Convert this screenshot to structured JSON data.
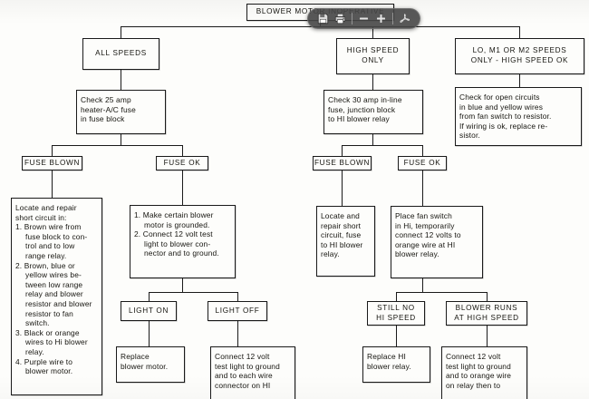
{
  "document": {
    "title": "BLOWER MOTOR INOPERATIVE",
    "type": "troubleshooting-flowchart",
    "ink_color": "#15140f",
    "page_color": "#fdfdfb"
  },
  "toolbar": {
    "name": "pdf-floating-toolbar",
    "background": "#464646",
    "buttons": [
      {
        "id": "save",
        "icon": "save-icon",
        "label": "Save"
      },
      {
        "id": "print",
        "icon": "print-icon",
        "label": "Print"
      },
      {
        "id": "zoom-out",
        "icon": "minus-icon",
        "label": "Zoom Out"
      },
      {
        "id": "zoom-in",
        "icon": "plus-icon",
        "label": "Zoom In"
      },
      {
        "id": "acrobat",
        "icon": "acrobat-icon",
        "label": "Adobe Acrobat"
      }
    ]
  },
  "nodes": {
    "root": {
      "lines": [
        "BLOWER MOTOR INOPERATIVE"
      ]
    },
    "branch_all_speeds": {
      "lines": [
        "ALL SPEEDS"
      ]
    },
    "branch_high_speed_only": {
      "lines": [
        "HIGH SPEED",
        "ONLY"
      ]
    },
    "branch_lo_m1_m2": {
      "lines": [
        "LO, M1 OR M2 SPEEDS",
        "ONLY - HIGH SPEED OK"
      ]
    },
    "check_25_amp": {
      "lines": [
        "Check 25 amp",
        "heater-A/C fuse",
        "in fuse block"
      ]
    },
    "check_30_amp": {
      "lines": [
        "Check 30 amp in-line",
        "fuse, junction block",
        "to HI blower relay"
      ]
    },
    "check_open_circuits": {
      "lines": [
        "Check for open circuits",
        "in blue and yellow wires",
        "from fan switch to resistor.",
        "If wiring is ok, replace re-",
        "sistor."
      ]
    },
    "fuse_blown_left": {
      "lines": [
        "FUSE BLOWN"
      ]
    },
    "fuse_ok_left": {
      "lines": [
        "FUSE OK"
      ]
    },
    "fuse_blown_right": {
      "lines": [
        "FUSE BLOWN"
      ]
    },
    "fuse_ok_right": {
      "lines": [
        "FUSE OK"
      ]
    },
    "locate_repair_short_left": {
      "intro": [
        "Locate and repair",
        "short circuit in:"
      ],
      "items": [
        [
          "1. Brown wire from",
          "fuse block to con-",
          "trol and to low",
          "range relay."
        ],
        [
          "2. Brown, blue or",
          "yellow wires be-",
          "tween low range",
          "relay and blower",
          "resistor and blower",
          "resistor to fan",
          "switch."
        ],
        [
          "3. Black or orange",
          "wires to Hi blower",
          "relay."
        ],
        [
          "4. Purple wire to",
          "blower motor."
        ]
      ]
    },
    "make_certain_grounded": {
      "items": [
        [
          "1. Make certain blower",
          "motor is grounded."
        ],
        [
          "2. Connect 12 volt test",
          "light to blower con-",
          "nector and to ground."
        ]
      ]
    },
    "locate_repair_short_right": {
      "lines": [
        "Locate and",
        "repair short",
        "circuit, fuse",
        "to HI blower",
        "relay."
      ]
    },
    "place_fan_switch": {
      "lines": [
        "Place fan switch",
        "in Hi, temporarily",
        "connect 12 volts to",
        "orange wire at HI",
        "blower relay."
      ]
    },
    "light_on": {
      "lines": [
        "LIGHT ON"
      ]
    },
    "light_off": {
      "lines": [
        "LIGHT OFF"
      ]
    },
    "still_no_hi_speed": {
      "lines": [
        "STILL NO",
        "HI SPEED"
      ]
    },
    "blower_runs_high": {
      "lines": [
        "BLOWER RUNS",
        "AT HIGH SPEED"
      ]
    },
    "replace_blower_motor": {
      "lines": [
        "Replace",
        "blower motor."
      ]
    },
    "connect_12v_each_wire": {
      "lines": [
        "Connect 12 volt",
        "test light to ground",
        "and to each wire",
        "connector on HI"
      ]
    },
    "replace_hi_relay": {
      "lines": [
        "Replace HI",
        "blower relay."
      ]
    },
    "connect_12v_orange_wire": {
      "lines": [
        "Connect 12 volt",
        "test light to ground",
        "and to orange wire",
        "on relay then to"
      ]
    }
  }
}
